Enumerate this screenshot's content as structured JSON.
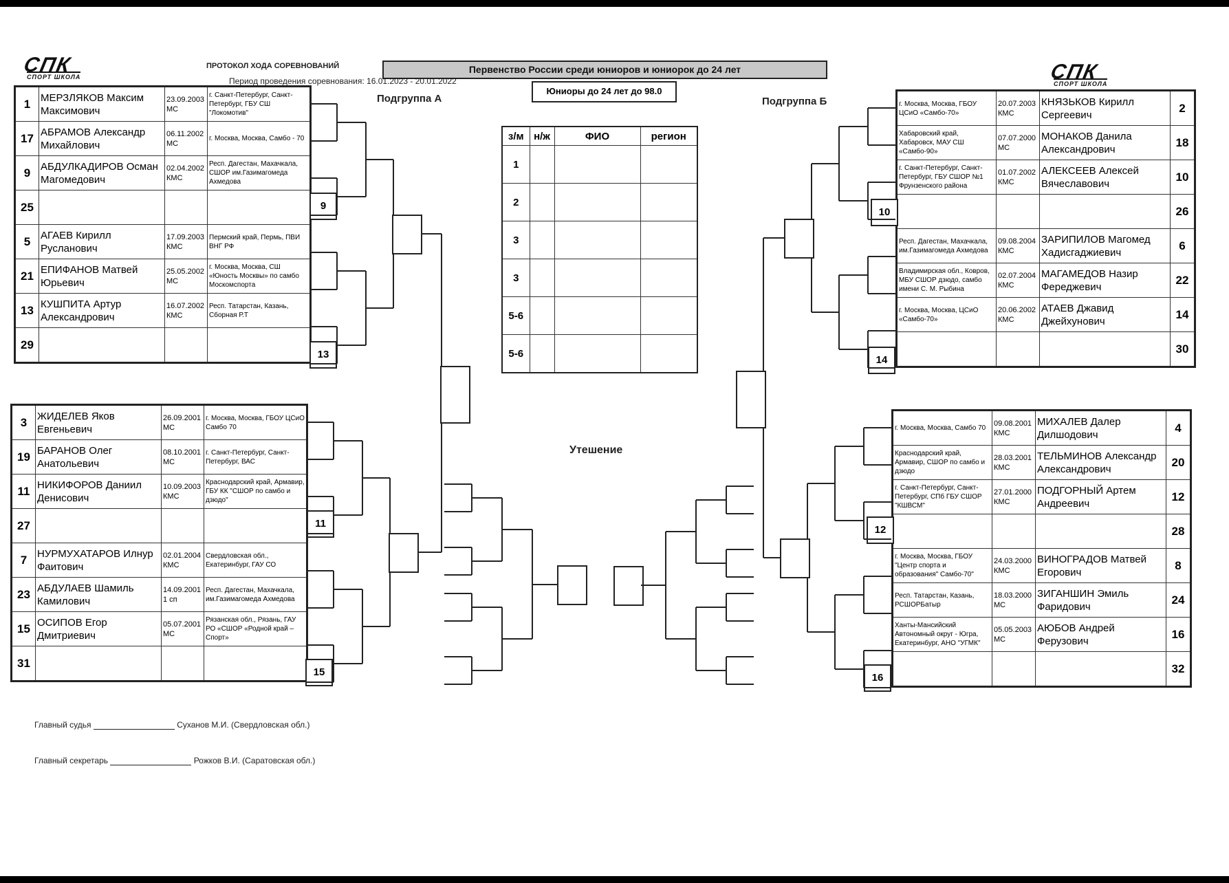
{
  "header": {
    "logo_text": "СПК",
    "logo_sub": "СПОРТ ШКОЛА",
    "protocol_title": "ПРОТОКОЛ ХОДА СОРЕВНОВАНИЙ",
    "period_label": "Период проведения соревнования:",
    "period_value": "16.01.2023 - 20.01.2022",
    "championship": "Первенство России среди юниоров и юниорок до 24 лет",
    "weight_class": "Юниоры до 24 лет до 98.0"
  },
  "subgroup_a": "Подгруппа А",
  "subgroup_b": "Подгруппа Б",
  "consolation": "Утешение",
  "left_groups": [
    [
      {
        "n": "1",
        "name": "МЕРЗЛЯКОВ Максим Максимович",
        "date": "23.09.2003",
        "rank": "МС",
        "region": "г. Санкт-Петербург, Санкт-Петербург, ГБУ СШ \"Локомотив\""
      },
      {
        "n": "17",
        "name": "АБРАМОВ Александр Михайлович",
        "date": "06.11.2002",
        "rank": "МС",
        "region": "г. Москва, Москва, Самбо - 70"
      },
      {
        "n": "9",
        "name": "АБДУЛКАДИРОВ Осман Магомедович",
        "date": "02.04.2002",
        "rank": "КМС",
        "region": "Респ. Дагестан, Махачкала, СШОР им.Газимагомеда Ахмедова"
      },
      {
        "n": "25",
        "name": "",
        "date": "",
        "rank": "",
        "region": ""
      },
      {
        "n": "5",
        "name": "АГАЕВ Кирилл Русланович",
        "date": "17.09.2003",
        "rank": "КМС",
        "region": "Пермский край, Пермь, ПВИ ВНГ РФ"
      },
      {
        "n": "21",
        "name": "ЕПИФАНОВ Матвей Юрьевич",
        "date": "25.05.2002",
        "rank": "МС",
        "region": "г. Москва, Москва, СШ «Юность Москвы» по самбо Москомспорта"
      },
      {
        "n": "13",
        "name": "КУШПИТА Артур Александрович",
        "date": "16.07.2002",
        "rank": "КМС",
        "region": "Респ. Татарстан, Казань, Сборная Р.Т"
      },
      {
        "n": "29",
        "name": "",
        "date": "",
        "rank": "",
        "region": ""
      }
    ],
    [
      {
        "n": "3",
        "name": "ЖИДЕЛЕВ Яков Евгеньевич",
        "date": "26.09.2001",
        "rank": "МС",
        "region": "г. Москва, Москва, ГБОУ ЦСиО Самбо 70"
      },
      {
        "n": "19",
        "name": "БАРАНОВ Олег Анатольевич",
        "date": "08.10.2001",
        "rank": "МС",
        "region": "г. Санкт-Петербург, Санкт-Петербург, ВАС"
      },
      {
        "n": "11",
        "name": "НИКИФОРОВ Даниил Денисович",
        "date": "10.09.2003",
        "rank": "КМС",
        "region": "Краснодарский край, Армавир, ГБУ КК \"СШОР по самбо и дзюдо\""
      },
      {
        "n": "27",
        "name": "",
        "date": "",
        "rank": "",
        "region": ""
      },
      {
        "n": "7",
        "name": "НУРМУХАТАРОВ Илнур Фаитович",
        "date": "02.01.2004",
        "rank": "КМС",
        "region": "Свердловская обл., Екатеринбург, ГАУ СО"
      },
      {
        "n": "23",
        "name": "АБДУЛАЕВ Шамиль Камилович",
        "date": "14.09.2001",
        "rank": "1 сп",
        "region": "Респ. Дагестан, Махачкала, им.Газимагомеда Ахмедова"
      },
      {
        "n": "15",
        "name": "ОСИПОВ Егор Дмитриевич",
        "date": "05.07.2001",
        "rank": "МС",
        "region": "Рязанская обл., Рязань, ГАУ РО «СШОР «Родной край – Спорт»"
      },
      {
        "n": "31",
        "name": "",
        "date": "",
        "rank": "",
        "region": ""
      }
    ]
  ],
  "right_groups": [
    [
      {
        "n": "2",
        "name": "КНЯЗЬКОВ Кирилл Сергеевич",
        "date": "20.07.2003",
        "rank": "КМС",
        "region": "г. Москва, Москва, ГБОУ ЦСиО «Самбо-70»"
      },
      {
        "n": "18",
        "name": "МОНАКОВ Данила Александрович",
        "date": "07.07.2000",
        "rank": "МС",
        "region": "Хабаровский край, Хабаровск, МАУ СШ «Самбо-90»"
      },
      {
        "n": "10",
        "name": "АЛЕКСЕЕВ Алексей Вячеславович",
        "date": "01.07.2002",
        "rank": "КМС",
        "region": "г. Санкт-Петербург, Санкт-Петербург, ГБУ СШОР №1 Фрунзенского района"
      },
      {
        "n": "26",
        "name": "",
        "date": "",
        "rank": "",
        "region": ""
      },
      {
        "n": "6",
        "name": "ЗАРИПИЛОВ Магомед Хадисгаджиевич",
        "date": "09.08.2004",
        "rank": "КМС",
        "region": "Респ. Дагестан, Махачкала, им.Газимагомеда Ахмедова"
      },
      {
        "n": "22",
        "name": "МАГАМЕДОВ Назир Фереджевич",
        "date": "02.07.2004",
        "rank": "КМС",
        "region": "Владимирская обл., Ковров, МБУ СШОР дзюдо, самбо имени С. М. Рыбина"
      },
      {
        "n": "14",
        "name": "АТАЕВ Джавид Джейхунович",
        "date": "20.06.2002",
        "rank": "КМС",
        "region": "г. Москва, Москва, ЦСиО «Самбо-70»"
      },
      {
        "n": "30",
        "name": "",
        "date": "",
        "rank": "",
        "region": ""
      }
    ],
    [
      {
        "n": "4",
        "name": "МИХАЛЕВ Далер Дилшодович",
        "date": "09.08.2001",
        "rank": "КМС",
        "region": "г. Москва, Москва, Самбо 70"
      },
      {
        "n": "20",
        "name": "ТЕЛЬМИНОВ Александр Александрович",
        "date": "28.03.2001",
        "rank": "КМС",
        "region": "Краснодарский край, Армавир, СШОР по самбо и дзюдо"
      },
      {
        "n": "12",
        "name": "ПОДГОРНЫЙ Артем Андреевич",
        "date": "27.01.2000",
        "rank": "КМС",
        "region": "г. Санкт-Петербург, Санкт-Петербург, СПб ГБУ СШОР \"КШВСМ\""
      },
      {
        "n": "28",
        "name": "",
        "date": "",
        "rank": "",
        "region": ""
      },
      {
        "n": "8",
        "name": "ВИНОГРАДОВ Матвей Егорович",
        "date": "24.03.2000",
        "rank": "КМС",
        "region": "г. Москва, Москва, ГБОУ \"Центр спорта и образования\" Самбо-70\""
      },
      {
        "n": "24",
        "name": "ЗИГАНШИН Эмиль Фаридович",
        "date": "18.03.2000",
        "rank": "МС",
        "region": "Респ. Татарстан, Казань, РСШОРБатыр"
      },
      {
        "n": "16",
        "name": "АЮБОВ Андрей Ферузович",
        "date": "05.05.2003",
        "rank": "МС",
        "region": "Ханты-Мансийский Автономный округ - Югра, Екатеринбург, АНО \"УГМК\""
      },
      {
        "n": "32",
        "name": "",
        "date": "",
        "rank": "",
        "region": ""
      }
    ]
  ],
  "round_labels": {
    "left": [
      "9",
      "13",
      "11",
      "15"
    ],
    "right": [
      "10",
      "14",
      "12",
      "16"
    ]
  },
  "results": {
    "headers": [
      "з/м",
      "н/ж",
      "ФИО",
      "регион"
    ],
    "places": [
      "1",
      "2",
      "3",
      "3",
      "5-6",
      "5-6"
    ]
  },
  "footer": {
    "judge_label": "Главный судья",
    "judge_name": "Суханов  М.И. (Свердловская обл.)",
    "secretary_label": "Главный секретарь",
    "secretary_name": "Рожков В.И. (Саратовская обл.)"
  }
}
